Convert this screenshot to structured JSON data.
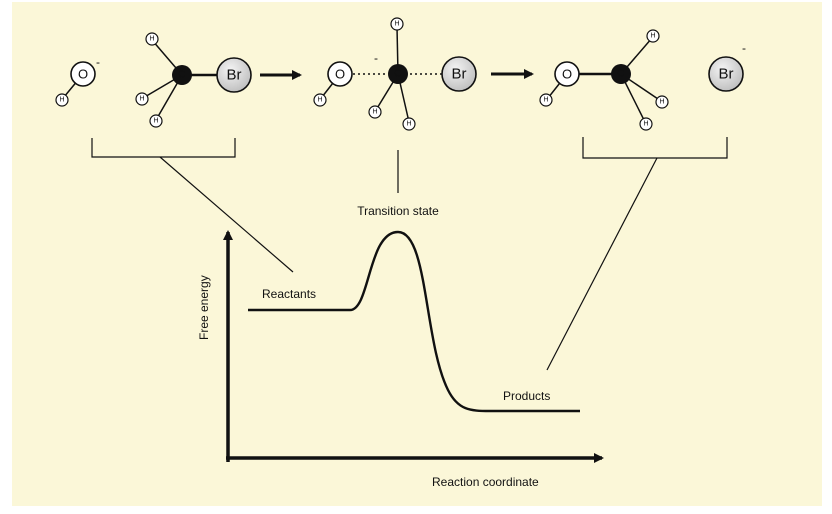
{
  "diagram": {
    "labels": {
      "transition_state": "Transition state",
      "reactants": "Reactants",
      "products": "Products",
      "y_axis": "Free energy",
      "x_axis": "Reaction coordinate"
    },
    "atoms": {
      "oxygen": "O",
      "carbon": "C",
      "bromine": "Br",
      "hydrogen": "H",
      "negative_charge": "-"
    },
    "colors": {
      "background": "#fbf7d8",
      "line": "#111111",
      "carbon_fill": "#111111",
      "bromine_fill": "#d9d9d9",
      "hydrogen_fill": "#ffffff"
    }
  }
}
